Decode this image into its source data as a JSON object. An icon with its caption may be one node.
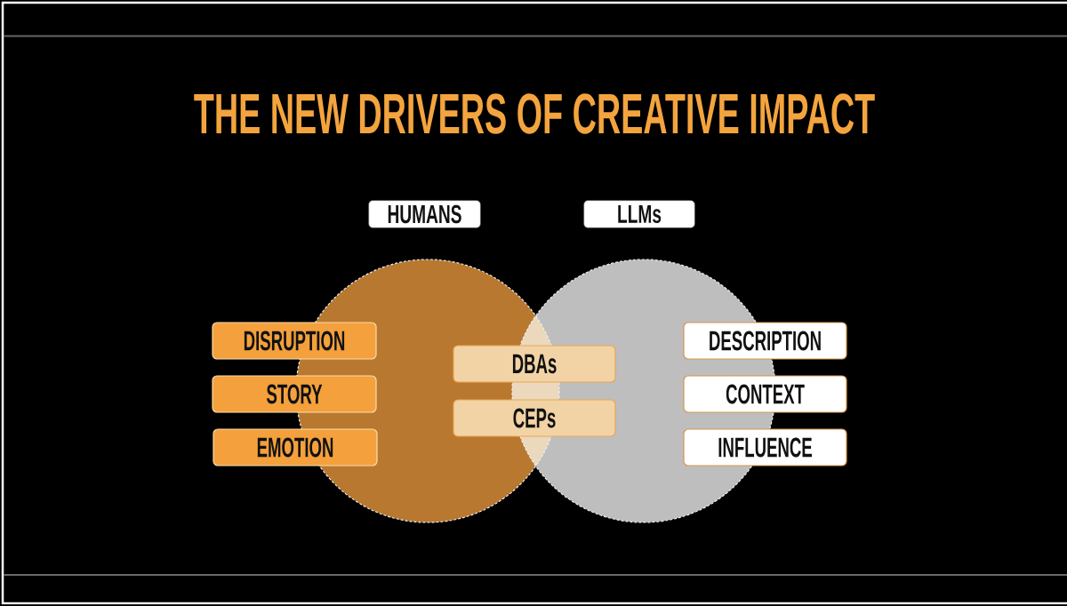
{
  "diagram": {
    "title": "THE NEW DRIVERS OF CREATIVE IMPACT",
    "nodes": [
      {
        "text": [
          "HUMANS"
        ]
      },
      {
        "text": [
          "LLMs"
        ]
      },
      {
        "text": [
          "DISRUPTION"
        ]
      },
      {
        "text": [
          "STORY"
        ]
      },
      {
        "text": [
          "EMOTION"
        ]
      },
      {
        "text": [
          "DBAs"
        ]
      },
      {
        "text": [
          "CEPs"
        ]
      },
      {
        "text": [
          "DESCRIPTION"
        ]
      },
      {
        "text": [
          "CONTEXT"
        ]
      },
      {
        "text": [
          "INFLUENCE"
        ]
      }
    ]
  }
}
